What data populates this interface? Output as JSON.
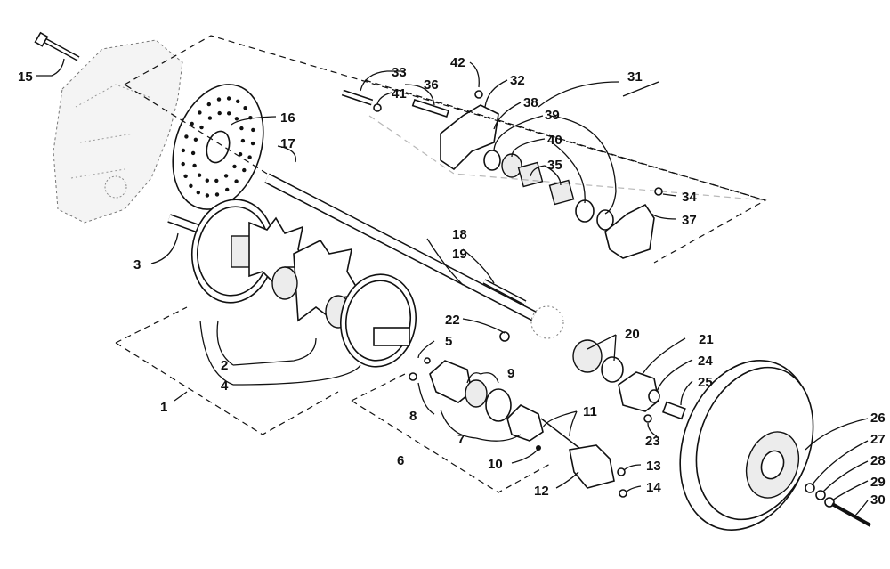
{
  "labels": {
    "l1": "1",
    "l2": "2",
    "l3": "3",
    "l4": "4",
    "l5": "5",
    "l6": "6",
    "l7": "7",
    "l8": "8",
    "l9": "9",
    "l10": "10",
    "l11": "11",
    "l12": "12",
    "l13": "13",
    "l14": "14",
    "l15": "15",
    "l16": "16",
    "l17": "17",
    "l18": "18",
    "l19": "19",
    "l20": "20",
    "l21": "21",
    "l22": "22",
    "l23": "23",
    "l24": "24",
    "l25": "25",
    "l26": "26",
    "l27": "27",
    "l28": "28",
    "l29": "29",
    "l30": "30",
    "l31": "31",
    "l32": "32",
    "l33": "33",
    "l34": "34",
    "l35": "35",
    "l36": "36",
    "l37": "37",
    "l38": "38",
    "l39": "39",
    "l40": "40",
    "l41": "41",
    "l42": "42"
  }
}
